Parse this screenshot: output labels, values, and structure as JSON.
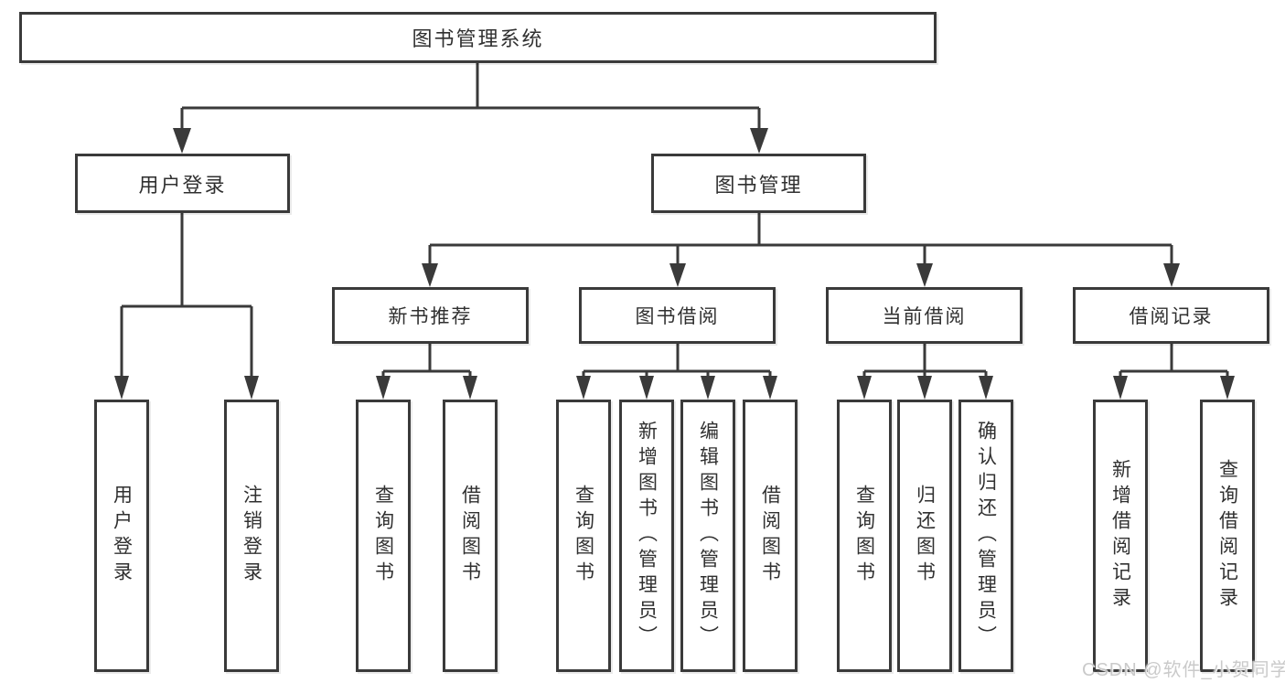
{
  "tree": {
    "root": {
      "label": "图书管理系统"
    },
    "level2": [
      {
        "label": "用户登录",
        "children": [
          {
            "label": "用户登录"
          },
          {
            "label": "注销登录"
          }
        ]
      },
      {
        "label": "图书管理"
      }
    ],
    "level3": [
      {
        "label": "新书推荐",
        "children": [
          {
            "label": "查询图书"
          },
          {
            "label": "借阅图书"
          }
        ]
      },
      {
        "label": "图书借阅",
        "children": [
          {
            "label": "查询图书"
          },
          {
            "label": "新增图书（管理员）"
          },
          {
            "label": "编辑图书（管理员）"
          },
          {
            "label": "借阅图书"
          }
        ]
      },
      {
        "label": "当前借阅",
        "children": [
          {
            "label": "查询图书"
          },
          {
            "label": "归还图书"
          },
          {
            "label": "确认归还（管理员）"
          }
        ]
      },
      {
        "label": "借阅记录",
        "children": [
          {
            "label": "新增借阅记录"
          },
          {
            "label": "查询借阅记录"
          }
        ]
      }
    ]
  },
  "watermark": {
    "text": "CSDN @软件_小贺同学"
  },
  "colors": {
    "line": "#3a3a3a",
    "text": "#303030",
    "fill": "#ffffff",
    "watermark": "#c8c8c8"
  }
}
